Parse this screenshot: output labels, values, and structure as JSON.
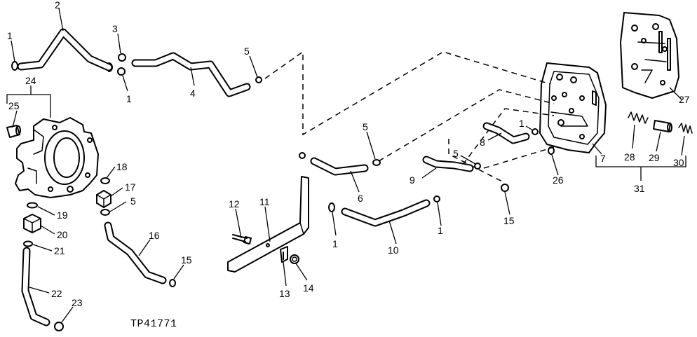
{
  "figure": {
    "ref_code": "TP41771"
  },
  "callouts": [
    {
      "id": "c1a",
      "text": "1"
    },
    {
      "id": "c2",
      "text": "2"
    },
    {
      "id": "c3",
      "text": "3"
    },
    {
      "id": "c1b",
      "text": "1"
    },
    {
      "id": "c4",
      "text": "4"
    },
    {
      "id": "c5a",
      "text": "5"
    },
    {
      "id": "c24",
      "text": "24"
    },
    {
      "id": "c25",
      "text": "25"
    },
    {
      "id": "c18",
      "text": "18"
    },
    {
      "id": "c17",
      "text": "17"
    },
    {
      "id": "c5b",
      "text": "5"
    },
    {
      "id": "c19",
      "text": "19"
    },
    {
      "id": "c20",
      "text": "20"
    },
    {
      "id": "c21",
      "text": "21"
    },
    {
      "id": "c22",
      "text": "22"
    },
    {
      "id": "c23",
      "text": "23"
    },
    {
      "id": "c16",
      "text": "16"
    },
    {
      "id": "c15a",
      "text": "15"
    },
    {
      "id": "c12",
      "text": "12"
    },
    {
      "id": "c11",
      "text": "11"
    },
    {
      "id": "c13",
      "text": "13"
    },
    {
      "id": "c14",
      "text": "14"
    },
    {
      "id": "c5c",
      "text": "5"
    },
    {
      "id": "c6",
      "text": "6"
    },
    {
      "id": "c1c",
      "text": "1"
    },
    {
      "id": "c10",
      "text": "10"
    },
    {
      "id": "c1d",
      "text": "1"
    },
    {
      "id": "c9",
      "text": "9"
    },
    {
      "id": "c5d",
      "text": "5"
    },
    {
      "id": "c15b",
      "text": "15"
    },
    {
      "id": "c8",
      "text": "8"
    },
    {
      "id": "c1e",
      "text": "1"
    },
    {
      "id": "c26",
      "text": "26"
    },
    {
      "id": "c7",
      "text": "7"
    },
    {
      "id": "c27",
      "text": "27"
    },
    {
      "id": "c28",
      "text": "28"
    },
    {
      "id": "c29",
      "text": "29"
    },
    {
      "id": "c30",
      "text": "30"
    },
    {
      "id": "c31",
      "text": "31"
    }
  ]
}
